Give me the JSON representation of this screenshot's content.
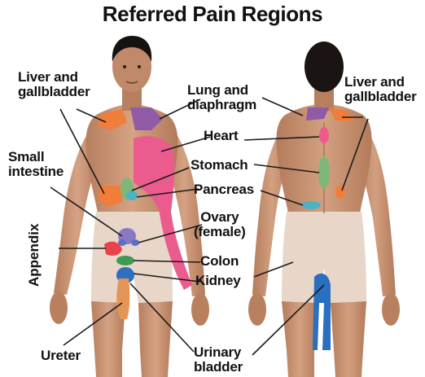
{
  "title": "Referred Pain Regions",
  "labels": {
    "liver_left": "Liver and\ngallbladder",
    "liver_right": "Liver and\ngallbladder",
    "lung": "Lung and\ndiaphragm",
    "heart": "Heart",
    "stomach": "Stomach",
    "pancreas": "Pancreas",
    "small_intestine": "Small\nintestine",
    "appendix": "Appendix",
    "ovary": "Ovary\n(female)",
    "colon": "Colon",
    "kidney": "Kidney",
    "ureter": "Ureter",
    "bladder": "Urinary\nbladder"
  },
  "colors": {
    "skin": "#c89474",
    "skin_dark": "#8f5e42",
    "hair": "#161210",
    "shorts": "#e8d7c8",
    "liver": "#f07d3a",
    "lung": "#8f5aa6",
    "heart": "#ec5b8e",
    "stomach": "#7fb77a",
    "pancreas": "#4fb1c4",
    "small_intestine": "#8b78c2",
    "ovary": "#5b6fc7",
    "appendix": "#e8434a",
    "colon": "#3c9a55",
    "kidney": "#2e6fc0",
    "ureter": "#e39557",
    "bladder": "#2b6fc0"
  }
}
